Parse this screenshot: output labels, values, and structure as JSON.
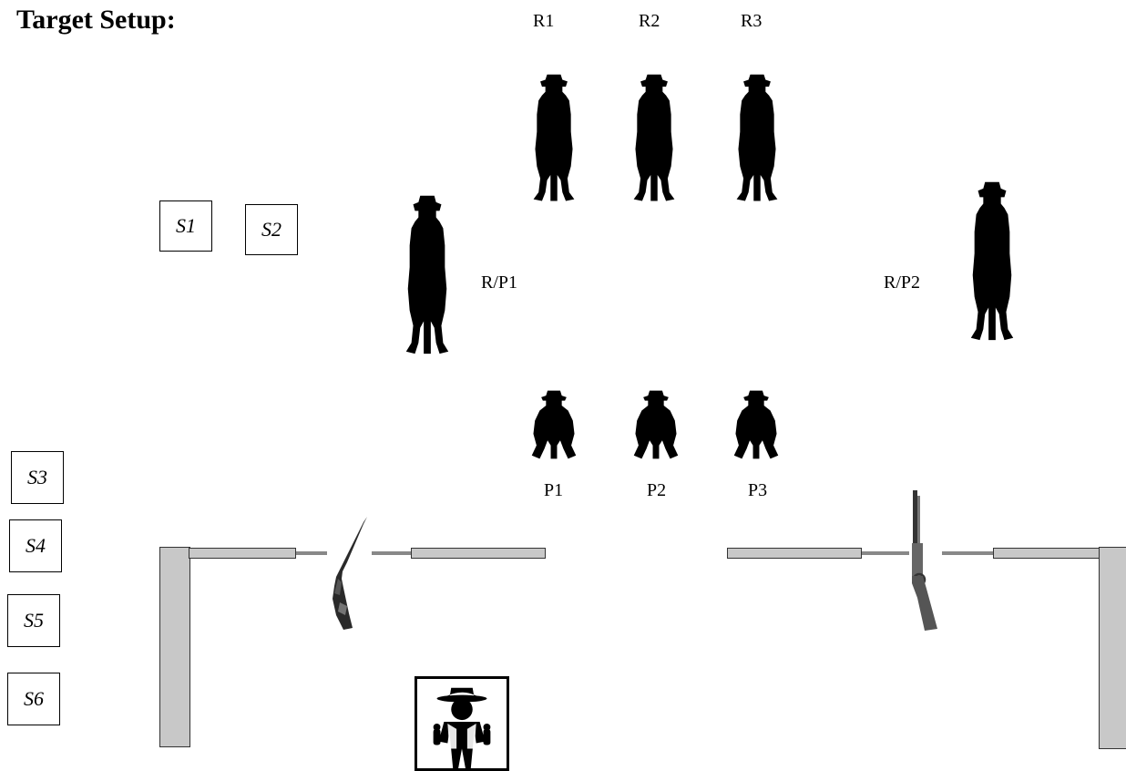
{
  "heading": "Target Setup:",
  "rifle_targets": [
    "R1",
    "R2",
    "R3"
  ],
  "pistol_targets": [
    "P1",
    "P2",
    "P3"
  ],
  "shared_targets": [
    "R/P1",
    "R/P2"
  ],
  "shotgun_targets": [
    "S1",
    "S2",
    "S3",
    "S4",
    "S5",
    "S6"
  ],
  "icons": {
    "target": "standing-silhouette-target-icon",
    "small_target": "small-silhouette-target-icon",
    "shotgun": "shotgun-icon",
    "rifle": "rifle-icon",
    "shooter": "cowboy-shooter-icon"
  },
  "colors": {
    "target": "#000000",
    "wall": "#c8c8c8",
    "rail": "#888888"
  }
}
